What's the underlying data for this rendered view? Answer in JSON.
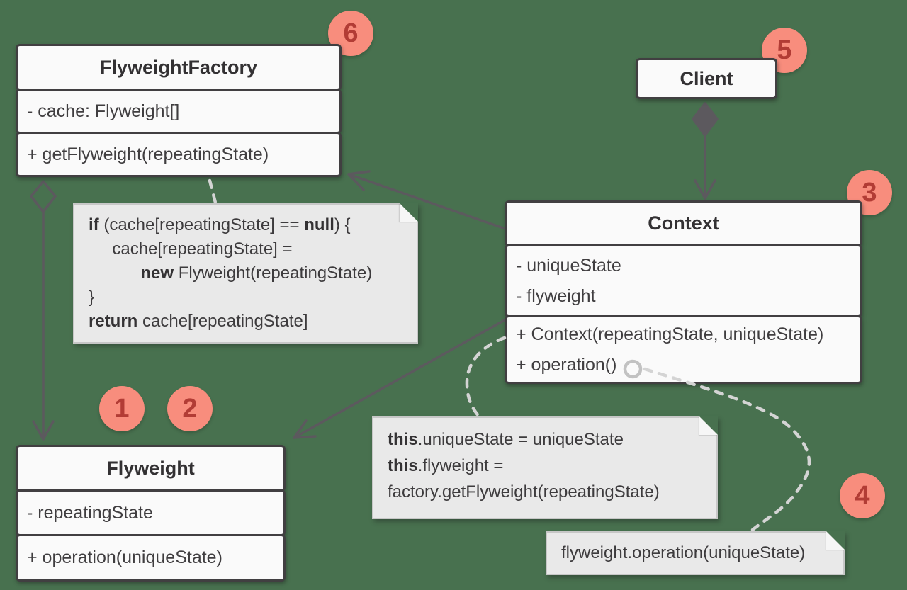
{
  "colors": {
    "background": "#48714F",
    "box_fill": "#FAFAFA",
    "box_border": "#413F41",
    "note_fill": "#E9E9E9",
    "note_border": "#C7C7C7",
    "solid_line": "#5E5860",
    "dashed_line": "#D4D4D4",
    "badge_fill": "#F88D7D",
    "badge_text": "#B23C35"
  },
  "badges": [
    "1",
    "2",
    "3",
    "4",
    "5",
    "6"
  ],
  "classes": {
    "factory": {
      "title": "FlyweightFactory",
      "attributes": [
        "- cache: Flyweight[]"
      ],
      "methods": [
        "+ getFlyweight(repeatingState)"
      ]
    },
    "client": {
      "title": "Client"
    },
    "context": {
      "title": "Context",
      "attributes": [
        "- uniqueState",
        "- flyweight"
      ],
      "methods": [
        "+ Context(repeatingState, uniqueState)",
        "+ operation()"
      ]
    },
    "flyweight": {
      "title": "Flyweight",
      "attributes": [
        "- repeatingState"
      ],
      "methods": [
        "+ operation(uniqueState)"
      ]
    }
  },
  "notes": {
    "factory_code": {
      "lines": [
        [
          {
            "t": "if",
            "b": 1
          },
          {
            "t": " (cache[repeatingState] == ",
            "b": 0
          },
          {
            "t": "null",
            "b": 1
          },
          {
            "t": ") {",
            "b": 0
          }
        ],
        [
          {
            "t": "     cache[repeatingState] =",
            "b": 0
          }
        ],
        [
          {
            "t": "           ",
            "b": 0
          },
          {
            "t": "new",
            "b": 1
          },
          {
            "t": " Flyweight(repeatingState)",
            "b": 0
          }
        ],
        [
          {
            "t": "}",
            "b": 0
          }
        ],
        [
          {
            "t": "return",
            "b": 1
          },
          {
            "t": " cache[repeatingState]",
            "b": 0
          }
        ]
      ]
    },
    "context_code": {
      "lines": [
        [
          {
            "t": "this",
            "b": 1
          },
          {
            "t": ".uniqueState = uniqueState",
            "b": 0
          }
        ],
        [
          {
            "t": "this",
            "b": 1
          },
          {
            "t": ".flyweight =",
            "b": 0
          }
        ],
        [
          {
            "t": "factory.getFlyweight(repeatingState)",
            "b": 0
          }
        ]
      ]
    },
    "operation_code": {
      "lines": [
        [
          {
            "t": "flyweight.operation(uniqueState)",
            "b": 0
          }
        ]
      ]
    }
  }
}
